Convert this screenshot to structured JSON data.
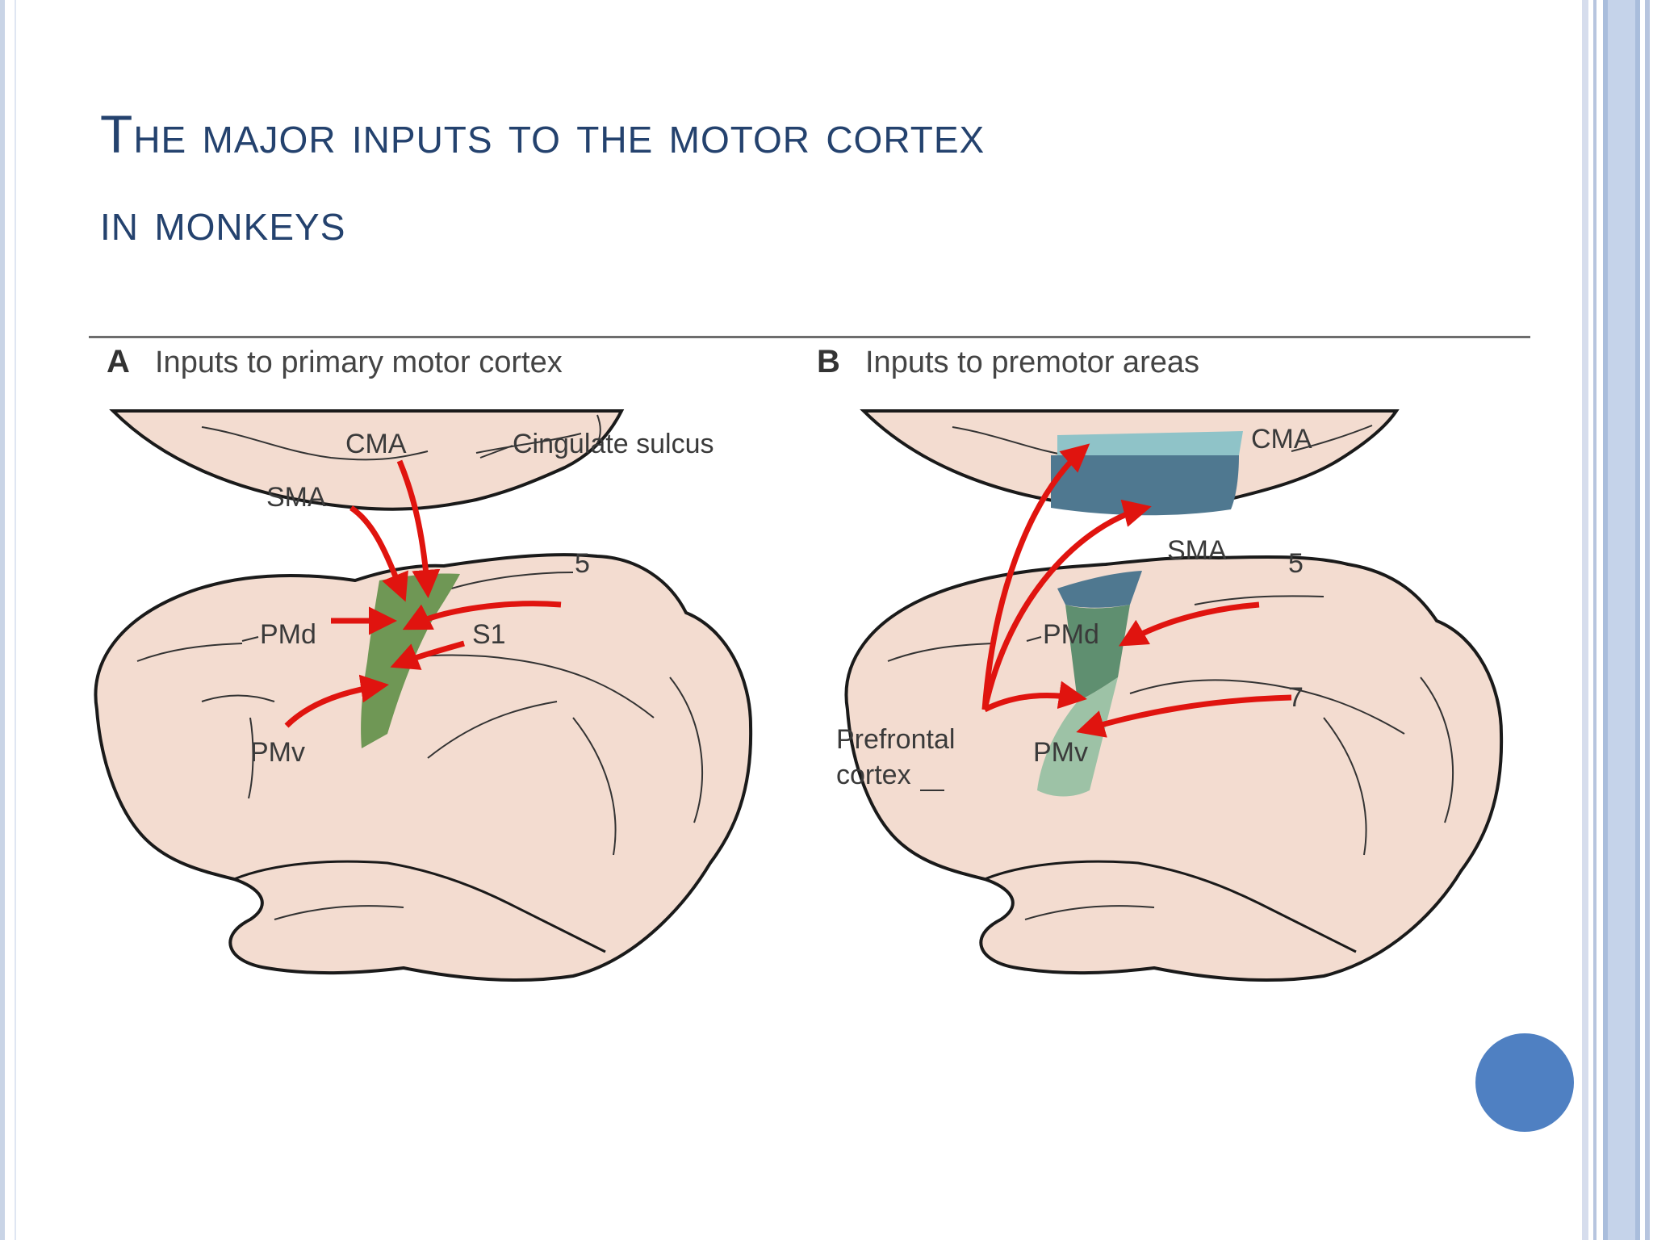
{
  "slide": {
    "title_line1": "The major inputs to the motor cortex",
    "title_line2": "in monkeys"
  },
  "figure": {
    "panel_a": {
      "letter": "A",
      "heading": "Inputs to primary motor cortex",
      "labels": {
        "cma": "CMA",
        "cingulate_sulcus": "Cingulate sulcus",
        "sma": "SMA",
        "area5": "5",
        "pmd": "PMd",
        "s1": "S1",
        "pmv": "PMv"
      }
    },
    "panel_b": {
      "letter": "B",
      "heading": "Inputs to premotor areas",
      "labels": {
        "cma": "CMA",
        "sma": "SMA",
        "area5": "5",
        "pmd": "PMd",
        "area7": "7",
        "prefrontal_line1": "Prefrontal",
        "prefrontal_line2": "cortex",
        "pmv": "PMv"
      }
    },
    "colors": {
      "brain": "#f3dcd0",
      "outline": "#1a1a1a",
      "motor_cortex": "#6f9755",
      "arrow": "#e0140f",
      "cma_light": "#8fc3c8",
      "sma_dark": "#4f7890",
      "pmd_mid": "#5f8f70",
      "pmv_light": "#9dc2a6",
      "title": "#24426e",
      "nav_dot": "#4f80c2"
    }
  }
}
